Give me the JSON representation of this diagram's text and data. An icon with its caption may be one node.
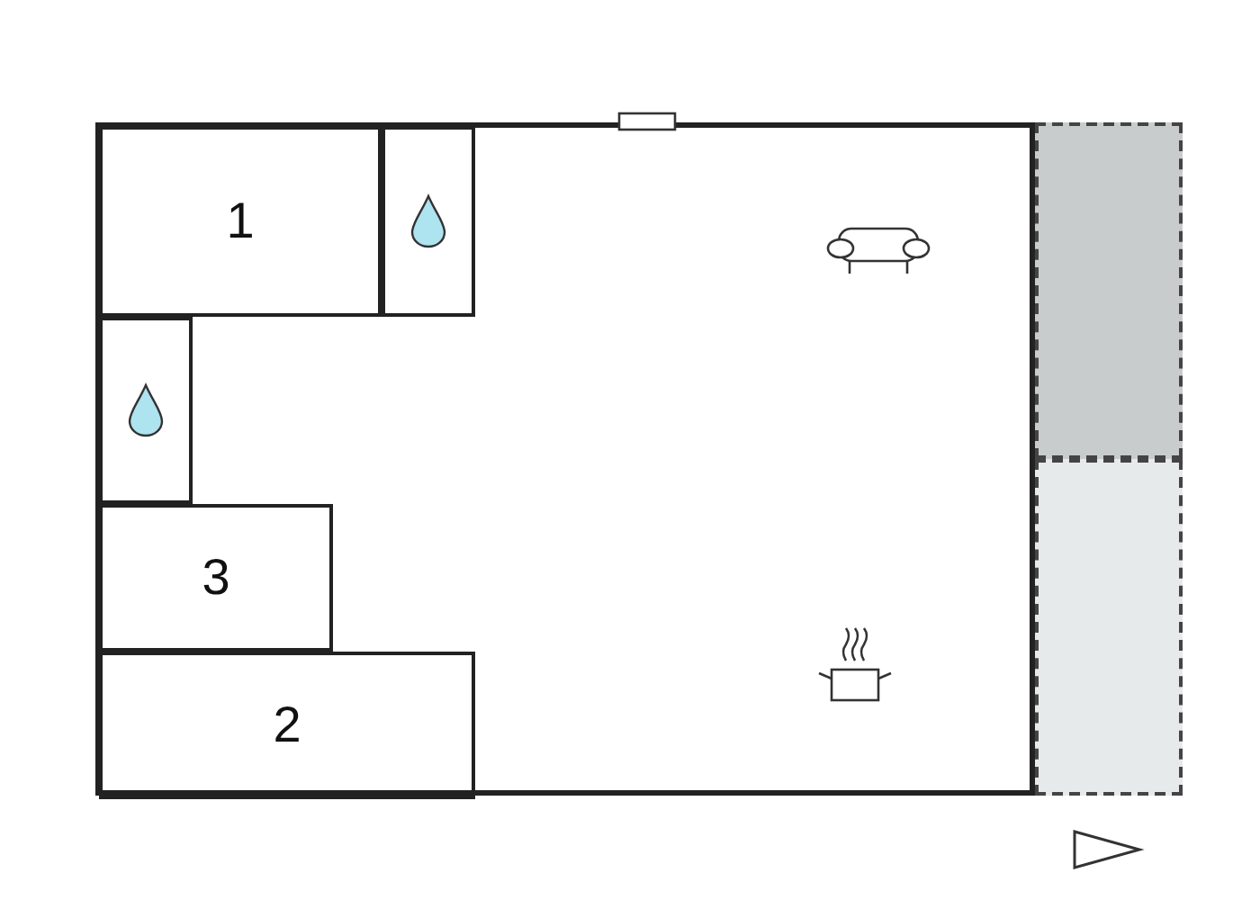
{
  "diagram": {
    "nodes": [
      {
        "text": [],
        "shape": "box"
      },
      {
        "text": [
          "1"
        ],
        "in": 0
      },
      {
        "text": [],
        "shape": "box",
        "in": 0
      },
      {
        "text": [],
        "shape": "box",
        "in": 0
      },
      {
        "text": [
          "3"
        ],
        "in": 0
      },
      {
        "text": [
          "2"
        ],
        "in": 0
      },
      {
        "text": [],
        "shape": "box"
      },
      {
        "text": [],
        "shape": "box"
      }
    ]
  }
}
